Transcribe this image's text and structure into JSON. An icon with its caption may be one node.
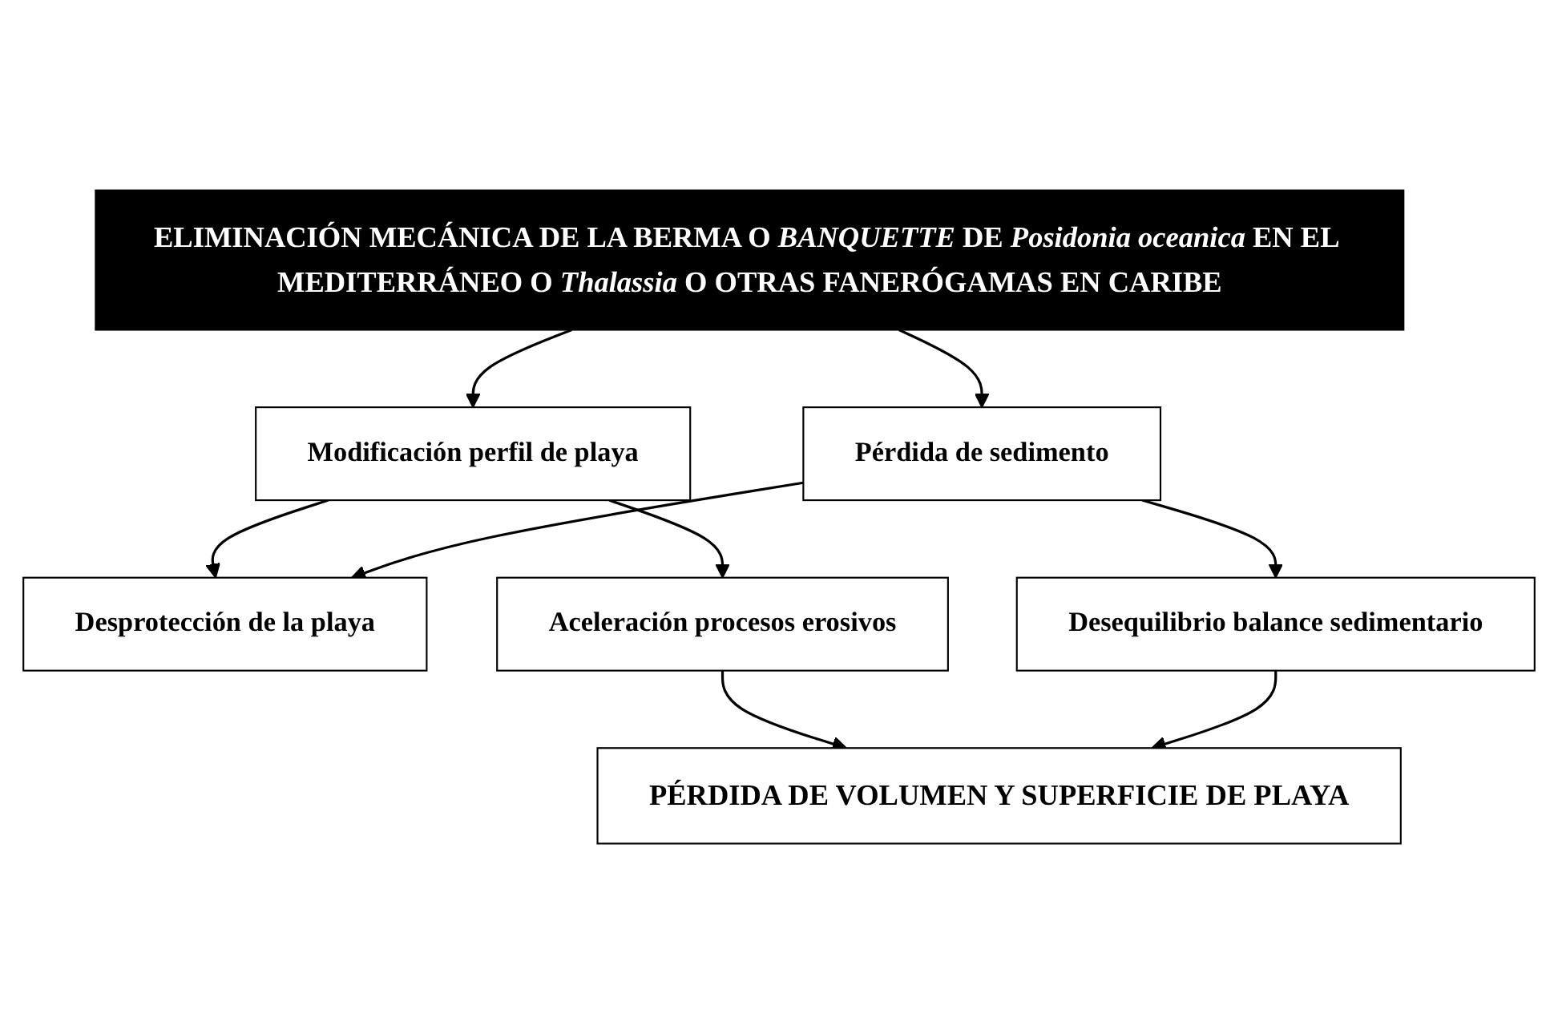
{
  "diagram": {
    "nodes": [
      {
        "text": [
          "ELIMINACIÓN MECÁNICA DE LA BERMA O *BANQUETTE* DE *Posidonia oceanica* EN EL MEDITERRÁNEO O *Thalassia* O OTRAS FANERÓGAMAS EN CARIBE"
        ]
      },
      {
        "text": [
          "Modificación perfil de playa"
        ]
      },
      {
        "text": [
          "Pérdida de sedimento"
        ]
      },
      {
        "text": [
          "Desprotección de la playa"
        ]
      },
      {
        "text": [
          "Aceleración procesos erosivos"
        ]
      },
      {
        "text": [
          "Desequilibrio balance sedimentario"
        ]
      },
      {
        "text": [
          "PÉRDIDA DE VOLUMEN Y SUPERFICIE DE PLAYA"
        ]
      }
    ],
    "edges": [
      {
        "from": 0,
        "to": 1,
        "arrow": "to"
      },
      {
        "from": 0,
        "to": 2,
        "arrow": "to"
      },
      {
        "from": 1,
        "to": 3,
        "arrow": "to"
      },
      {
        "from": 2,
        "to": 3,
        "arrow": "to"
      },
      {
        "from": 1,
        "to": 4,
        "arrow": "to"
      },
      {
        "from": 2,
        "to": 5,
        "arrow": "to"
      },
      {
        "from": 4,
        "to": 6,
        "arrow": "to"
      },
      {
        "from": 5,
        "to": 6,
        "arrow": "to"
      }
    ]
  }
}
